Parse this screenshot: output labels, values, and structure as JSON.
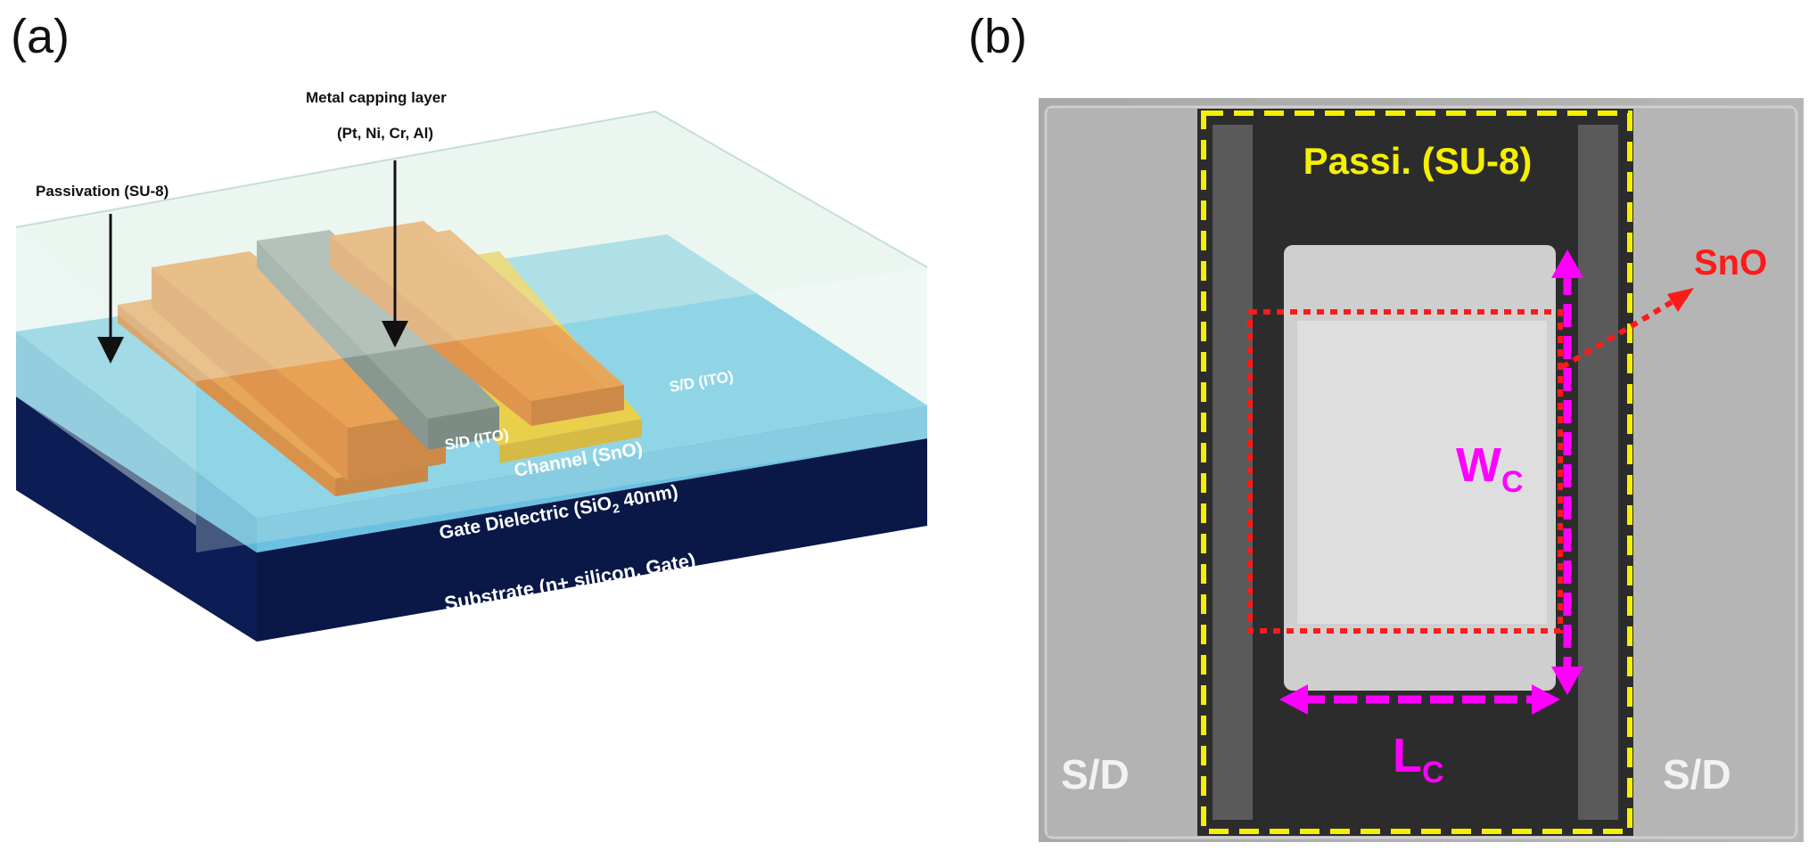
{
  "panel_a": {
    "label": "(a)",
    "metal_capping_title": "Metal capping layer",
    "metal_capping_materials": "(Pt, Ni, Cr, Al)",
    "passivation": "Passivation (SU-8)",
    "sd_left": "S/D (ITO)",
    "sd_right": "S/D (ITO)",
    "channel": "Channel (SnO)",
    "gate_dielectric_prefix": "Gate Dielectric (SiO",
    "gate_dielectric_sub": "2",
    "gate_dielectric_suffix": " 40nm)",
    "substrate": "Substrate (n+ silicon, Gate)",
    "colors": {
      "substrate": "#0b1a55",
      "dielectric": "#6fc3e6",
      "sd_ito": "#f07a12",
      "channel": "#f5c211",
      "metal_cap": "#7a857c",
      "passivation": "#dff1ea"
    }
  },
  "panel_b": {
    "label": "(b)",
    "passivation": "Passi. (SU-8)",
    "sno": "SnO",
    "wc_main": "W",
    "wc_sub": "C",
    "lc_main": "L",
    "lc_sub": "C",
    "sd_left": "S/D",
    "sd_right": "S/D",
    "colors": {
      "passivation_outline": "#f5f000",
      "sno_outline": "#ff1a1a",
      "dimension": "#ff00ff"
    }
  }
}
